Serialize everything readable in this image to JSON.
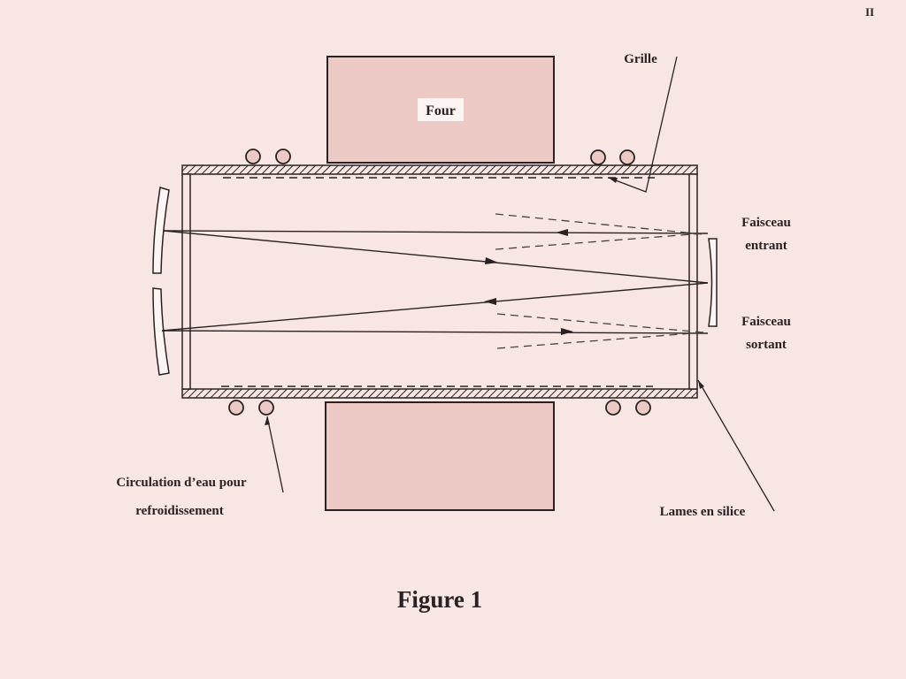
{
  "page_number": "II",
  "furnace_label": "Four",
  "labels": {
    "grille": "Grille",
    "faisceau_entrant_line1": "Faisceau",
    "faisceau_entrant_line2": "entrant",
    "faisceau_sortant_line1": "Faisceau",
    "faisceau_sortant_line2": "sortant",
    "circulation_line1": "Circulation d’eau pour",
    "circulation_line2": "refroidissement",
    "lames": "Lames en silice"
  },
  "caption": "Figure 1",
  "colors": {
    "background": "#f7e6e3",
    "furnace_fill": "#ecc9c5",
    "line": "#2a2222",
    "label_box": "#fdf5f3",
    "beam_dashed": "#4a4040"
  }
}
